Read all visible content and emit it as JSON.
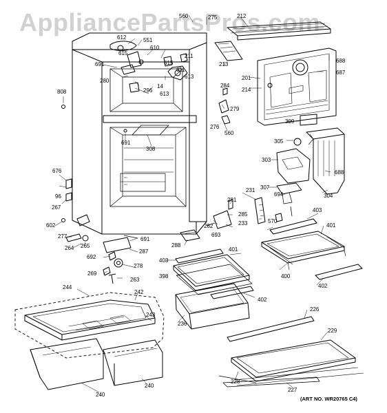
{
  "watermark": "AppliancePartsPros.com",
  "art_number": "(ART NO. WR20765 C4)",
  "parts": [
    {
      "id": "560a",
      "label": "560"
    },
    {
      "id": "275",
      "label": "275"
    },
    {
      "id": "212",
      "label": "212"
    },
    {
      "id": "612",
      "label": "612"
    },
    {
      "id": "551",
      "label": "551"
    },
    {
      "id": "615a",
      "label": "615"
    },
    {
      "id": "610",
      "label": "610"
    },
    {
      "id": "691a",
      "label": "691"
    },
    {
      "id": "211",
      "label": "211"
    },
    {
      "id": "615b",
      "label": "615"
    },
    {
      "id": "611",
      "label": "611"
    },
    {
      "id": "613a",
      "label": "613"
    },
    {
      "id": "280",
      "label": "280"
    },
    {
      "id": "14",
      "label": "14"
    },
    {
      "id": "296",
      "label": "296"
    },
    {
      "id": "613b",
      "label": "613"
    },
    {
      "id": "808",
      "label": "808"
    },
    {
      "id": "213",
      "label": "213"
    },
    {
      "id": "688a",
      "label": "688"
    },
    {
      "id": "687",
      "label": "687"
    },
    {
      "id": "201",
      "label": "201"
    },
    {
      "id": "214",
      "label": "214"
    },
    {
      "id": "284",
      "label": "284"
    },
    {
      "id": "279",
      "label": "279"
    },
    {
      "id": "276",
      "label": "276"
    },
    {
      "id": "560b",
      "label": "560"
    },
    {
      "id": "309",
      "label": "309"
    },
    {
      "id": "691b",
      "label": "691"
    },
    {
      "id": "308",
      "label": "308"
    },
    {
      "id": "305",
      "label": "305"
    },
    {
      "id": "303",
      "label": "303"
    },
    {
      "id": "688b",
      "label": "688"
    },
    {
      "id": "304",
      "label": "304"
    },
    {
      "id": "676",
      "label": "676"
    },
    {
      "id": "96",
      "label": "96"
    },
    {
      "id": "267",
      "label": "267"
    },
    {
      "id": "231",
      "label": "231"
    },
    {
      "id": "307",
      "label": "307"
    },
    {
      "id": "694",
      "label": "694"
    },
    {
      "id": "281",
      "label": "281"
    },
    {
      "id": "285",
      "label": "285"
    },
    {
      "id": "570",
      "label": "570"
    },
    {
      "id": "282",
      "label": "282"
    },
    {
      "id": "233",
      "label": "233"
    },
    {
      "id": "403a",
      "label": "403"
    },
    {
      "id": "602",
      "label": "602"
    },
    {
      "id": "693",
      "label": "693"
    },
    {
      "id": "401a",
      "label": "401"
    },
    {
      "id": "277",
      "label": "277"
    },
    {
      "id": "691c",
      "label": "691"
    },
    {
      "id": "264",
      "label": "264"
    },
    {
      "id": "265",
      "label": "265"
    },
    {
      "id": "288",
      "label": "288"
    },
    {
      "id": "287",
      "label": "287"
    },
    {
      "id": "401b",
      "label": "401"
    },
    {
      "id": "692",
      "label": "692"
    },
    {
      "id": "403b",
      "label": "403"
    },
    {
      "id": "278",
      "label": "278"
    },
    {
      "id": "269",
      "label": "269"
    },
    {
      "id": "400",
      "label": "400"
    },
    {
      "id": "398",
      "label": "398"
    },
    {
      "id": "263",
      "label": "263"
    },
    {
      "id": "402a",
      "label": "402"
    },
    {
      "id": "244",
      "label": "244"
    },
    {
      "id": "242",
      "label": "242"
    },
    {
      "id": "402b",
      "label": "402"
    },
    {
      "id": "236",
      "label": "236"
    },
    {
      "id": "243",
      "label": "243"
    },
    {
      "id": "226",
      "label": "226"
    },
    {
      "id": "229",
      "label": "229"
    },
    {
      "id": "228",
      "label": "228"
    },
    {
      "id": "227",
      "label": "227"
    },
    {
      "id": "240a",
      "label": "240"
    },
    {
      "id": "240b",
      "label": "240"
    }
  ]
}
